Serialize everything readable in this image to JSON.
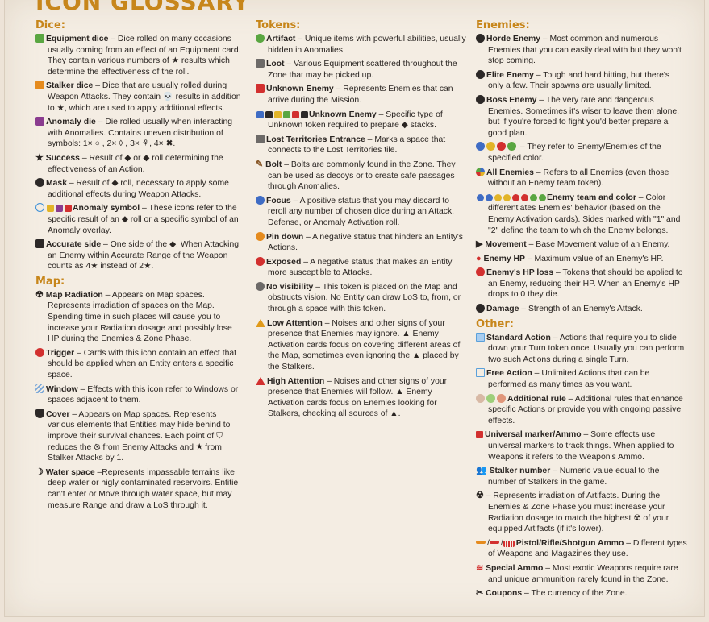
{
  "title": "ICON GLOSSARY",
  "columns": [
    {
      "sections": [
        {
          "title": "Dice:",
          "entries": [
            {
              "icon": "equipment-die-icon",
              "term": "Equipment dice",
              "text": " – Dice rolled on many occasions usually coming from an effect of an Equipment card. They contain various numbers of ★ results which determine the effectiveness of the roll."
            },
            {
              "icon": "stalker-die-icon",
              "term": "Stalker dice",
              "text": " – Dice that are usually rolled during Weapon Attacks. They contain 💀 results in addition to ★, which are used to apply additional effects."
            },
            {
              "icon": "anomaly-die-icon",
              "term": "Anomaly die",
              "text": " – Die rolled usually when interacting with Anomalies. Contains uneven distribution of symbols: 1× ○ , 2× ◊ , 3× ⚘, 4× ✖."
            },
            {
              "icon": "star-icon",
              "term": "Success",
              "text": " – Result of ◆ or ◆ roll determining the effectiveness of an Action."
            },
            {
              "icon": "skull-icon",
              "term": "Mask",
              "text": " – Result of ◆ roll, necessary to apply some additional effects during Weapon Attacks."
            },
            {
              "icon": "anomaly-symbols-icon",
              "term": "Anomaly symbol",
              "text": " – These icons refer to the specific result of an ◆ roll or a specific symbol of an Anomaly overlay."
            },
            {
              "icon": "accurate-side-icon",
              "term": "Accurate side",
              "text": " – One side of the ◆. When Attacking an Enemy within Accurate Range of the Weapon counts as 4★ instead of 2★."
            }
          ]
        },
        {
          "title": "Map:",
          "entries": [
            {
              "icon": "radiation-icon",
              "term": "Map Radiation",
              "text": " – Appears on Map spaces. Represents irradiation of spaces on the Map. Spending time in such places will cause you to increase your Radiation dosage and possibly lose HP during the Enemies & Zone Phase."
            },
            {
              "icon": "trigger-icon",
              "term": "Trigger",
              "text": " – Cards with this icon contain an effect that should be applied when an Entity enters a specific space."
            },
            {
              "icon": "window-icon",
              "term": "Window",
              "text": " – Effects with this icon refer to Windows or spaces adjacent to them."
            },
            {
              "icon": "cover-icon",
              "term": "Cover",
              "text": " – Appears on Map spaces. Represents various elements that Entities may hide behind to improve their survival chances. Each point of ⛉ reduces the ⚙ from Enemy Attacks and ★ from Stalker Attacks by 1."
            },
            {
              "icon": "water-space-icon",
              "term": "Water space",
              "text": " –Represents impassable terrains like deep water or higly contaminated reservoirs. Entitie can't enter or Move through water space, but may measure Range and draw a LoS through it."
            }
          ]
        }
      ]
    },
    {
      "sections": [
        {
          "title": "Tokens:",
          "entries": [
            {
              "icon": "artifact-icon",
              "term": "Artifact",
              "text": " – Unique items with powerful abilities, usually hidden in Anomalies."
            },
            {
              "icon": "loot-icon",
              "term": "Loot",
              "text": " – Various Equipment scattered throughout the Zone that may be picked up."
            },
            {
              "icon": "unknown-enemy-icon",
              "term": "Unknown Enemy",
              "text": " – Represents Enemies that can arrive during the Mission."
            },
            {
              "icon": "unknown-enemy-types-icon",
              "term": "Unknown Enemy",
              "text": " – Specific type of Unknown token required to prepare ◆ stacks."
            },
            {
              "icon": "lost-territories-icon",
              "term": "Lost Territories Entrance",
              "text": " – Marks a space that connects to the Lost Territories tile."
            },
            {
              "icon": "bolt-icon",
              "term": "Bolt",
              "text": " – Bolts are commonly found in the Zone. They can be used as decoys or to create safe passages through Anomalies."
            },
            {
              "icon": "focus-icon",
              "term": "Focus",
              "text": " – A positive status that you may discard to reroll any number of chosen dice during an Attack, Defense, or Anomaly Activation roll."
            },
            {
              "icon": "pin-down-icon",
              "term": "Pin down",
              "text": " – A negative status that hinders an Entity's Actions."
            },
            {
              "icon": "exposed-icon",
              "term": "Exposed",
              "text": " – A negative status that makes an Entity more susceptible to Attacks."
            },
            {
              "icon": "no-visibility-icon",
              "term": "No visibility",
              "text": " – This token is placed on the Map and obstructs vision. No Entity can draw LoS to, from, or through a space with this token."
            },
            {
              "icon": "low-attention-icon",
              "term": "Low Attention",
              "text": " – Noises and other signs of your presence that Enemies may ignore. ▲ Enemy Activation cards focus on covering different areas of the Map, sometimes even ignoring the ▲ placed by the Stalkers."
            },
            {
              "icon": "high-attention-icon",
              "term": "High Attention",
              "text": " – Noises and other signs of your presence that Enemies will follow. ▲ Enemy Activation cards focus on Enemies looking for Stalkers, checking all sources of ▲."
            }
          ]
        }
      ]
    },
    {
      "sections": [
        {
          "title": "Enemies:",
          "entries": [
            {
              "icon": "horde-enemy-icon",
              "term": "Horde Enemy",
              "text": " – Most common and numerous Enemies that you can easily deal with but they won't stop coming."
            },
            {
              "icon": "elite-enemy-icon",
              "term": "Elite Enemy",
              "text": " – Tough and hard hitting, but there's only a few. Their spawns are usually limited."
            },
            {
              "icon": "boss-enemy-icon",
              "term": "Boss Enemy",
              "text": " – The very rare and dangerous Enemies. Sometimes it's wiser to leave them alone, but if you're forced to fight you'd better prepare a good plan."
            },
            {
              "icon": "enemy-colors-icon",
              "term": "",
              "text": " – They refer to Enemy/Enemies of the specified color."
            },
            {
              "icon": "all-enemies-icon",
              "term": "All Enemies",
              "text": " – Refers to all Enemies (even those without an Enemy team token)."
            },
            {
              "icon": "enemy-team-icon",
              "term": "Enemy team and color",
              "text": " – Color differentiates Enemies' behavior (based on the Enemy Activation cards). Sides marked with \"1\" and \"2\" define the team to which the Enemy belongs."
            },
            {
              "icon": "movement-icon",
              "term": "Movement",
              "text": " – Base Movement value of an Enemy."
            },
            {
              "icon": "enemy-hp-icon",
              "term": "Enemy HP",
              "text": " – Maximum value of an Enemy's HP."
            },
            {
              "icon": "hp-loss-icon",
              "term": "Enemy's HP loss",
              "text": " – Tokens that should be applied to an Enemy, reducing their HP. When an Enemy's HP drops to 0 they die."
            },
            {
              "icon": "damage-icon",
              "term": "Damage",
              "text": " – Strength of an Enemy's Attack."
            }
          ]
        },
        {
          "title": "Other:",
          "entries": [
            {
              "icon": "standard-action-icon",
              "term": "Standard Action",
              "text": " – Actions that require you to slide down your Turn token once. Usually you can perform two such Actions during a single Turn."
            },
            {
              "icon": "free-action-icon",
              "term": "Free Action",
              "text": " – Unlimited Actions that can be performed as many times as you want."
            },
            {
              "icon": "additional-rule-icon",
              "term": "Additional rule",
              "text": " – Additional rules that enhance specific Actions or provide you with ongoing passive effects."
            },
            {
              "icon": "universal-marker-icon",
              "term": "Universal marker/Ammo",
              "text": " – Some effects use universal markers to track things. When applied to Weapons it refers to the Weapon's Ammo."
            },
            {
              "icon": "stalker-number-icon",
              "term": "Stalker number",
              "text": " – Numeric value equal to the number of Stalkers in the game."
            },
            {
              "icon": "artifact-radiation-icon",
              "term": "",
              "text": " – Represents irradiation of Artifacts. During the Enemies & Zone Phase you must increase your Radiation dosage to match the highest ☢ of your equipped Artifacts (if it's lower)."
            },
            {
              "icon": "ammo-types-icon",
              "term": "Pistol/Rifle/Shotgun Ammo",
              "text": " – Different types of Weapons and Magazines they use."
            },
            {
              "icon": "special-ammo-icon",
              "term": "Special Ammo",
              "text": " – Most exotic Weapons require rare and unique ammunition rarely found in the Zone."
            },
            {
              "icon": "coupons-icon",
              "term": "Coupons",
              "text": " – The currency of the Zone."
            }
          ]
        }
      ]
    }
  ]
}
